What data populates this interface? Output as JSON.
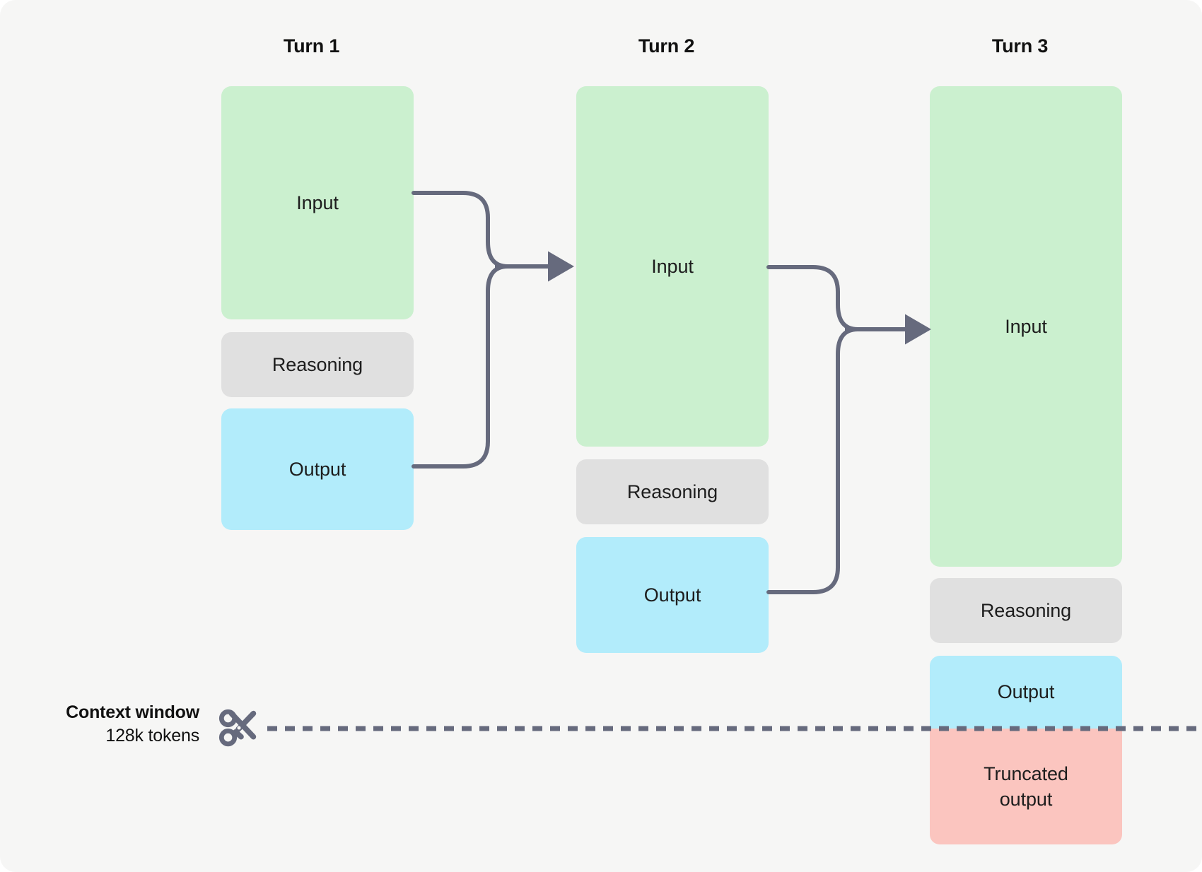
{
  "diagram": {
    "title_turn1": "Turn 1",
    "title_turn2": "Turn 2",
    "title_turn3": "Turn 3",
    "labels": {
      "input": "Input",
      "reasoning": "Reasoning",
      "output": "Output",
      "truncated_output": "Truncated\noutput"
    },
    "context": {
      "title": "Context window",
      "subtitle": "128k tokens",
      "icon": "scissors-icon"
    },
    "colors": {
      "background": "#f6f6f5",
      "input": "#cbf0cf",
      "reasoning": "#e0e0e0",
      "output": "#b2ecfb",
      "truncated": "#fbc5bf",
      "connector": "#666a7d",
      "text": "#1d1d1d"
    },
    "turns": [
      {
        "name": "Turn 1",
        "blocks": [
          {
            "type": "input",
            "label": "Input"
          },
          {
            "type": "reasoning",
            "label": "Reasoning"
          },
          {
            "type": "output",
            "label": "Output"
          }
        ]
      },
      {
        "name": "Turn 2",
        "blocks": [
          {
            "type": "input",
            "label": "Input"
          },
          {
            "type": "reasoning",
            "label": "Reasoning"
          },
          {
            "type": "output",
            "label": "Output"
          }
        ]
      },
      {
        "name": "Turn 3",
        "blocks": [
          {
            "type": "input",
            "label": "Input"
          },
          {
            "type": "reasoning",
            "label": "Reasoning"
          },
          {
            "type": "output",
            "label": "Output"
          },
          {
            "type": "truncated",
            "label": "Truncated output"
          }
        ]
      }
    ]
  }
}
